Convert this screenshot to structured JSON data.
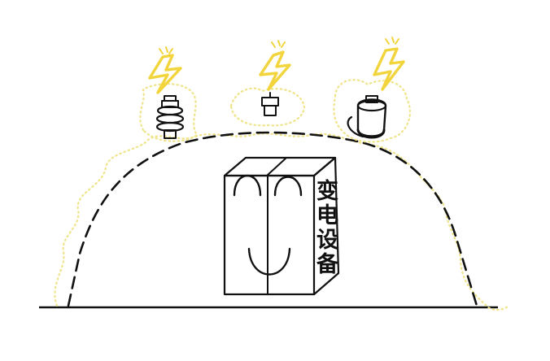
{
  "colors": {
    "ink": "#111111",
    "lightning": "#f2d43c",
    "glow": "#efe48a",
    "background": "#ffffff"
  },
  "icons": [
    "lightning-icon",
    "insulator-icon",
    "switch-icon",
    "transformer-icon"
  ],
  "equipment_box": {
    "label_chars": [
      "变",
      "电",
      "设",
      "备"
    ]
  }
}
